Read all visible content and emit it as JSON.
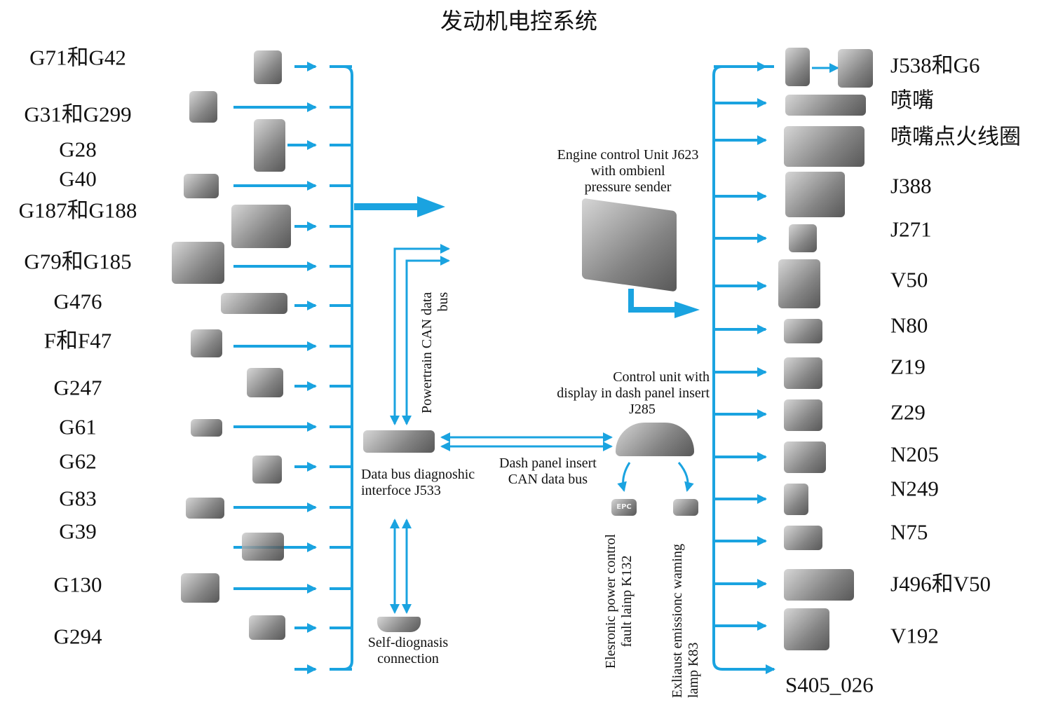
{
  "title": "发动机电控系统",
  "colors": {
    "bus": "#1aa3e0",
    "text": "#111111",
    "component": "#7a7a7a"
  },
  "left_sensors": [
    "G71和G42",
    "G31和G299",
    "G28",
    "G40",
    "G187和G188",
    "G79和G185",
    "G476",
    "F和F47",
    "G247",
    "G61",
    "G62",
    "G83",
    "G39",
    "G130",
    "G294"
  ],
  "right_actuators": [
    "J538和G6",
    "喷嘴",
    "喷嘴点火线圈",
    "J388",
    "J271",
    "V50",
    "N80",
    "Z19",
    "Z29",
    "N205",
    "N249",
    "N75",
    "J496和V50",
    "V192"
  ],
  "figure_id": "S405_026",
  "ecu_label": [
    "Engine control Unit J623",
    "with ombienl",
    "pressure sender"
  ],
  "powertrain_label": [
    "Powertrain CAN data",
    "bus"
  ],
  "gateway_label": [
    "Data bus diagnoshic",
    "interfoce J533"
  ],
  "dash_control_label": [
    "Control unit with",
    "display in dash panel insert",
    "J285"
  ],
  "dash_bus_label": [
    "Dash panel insert",
    "CAN data bus"
  ],
  "self_diag_label": [
    "Self-diognasis",
    "connection"
  ],
  "epc_lamp_label": [
    "Elesronic power control",
    "fault lainp K132"
  ],
  "emission_lamp_label": [
    "Exliaust emissionc waming",
    "lamp K83"
  ],
  "lamp_icons": {
    "epc": "EPC",
    "emission": "engine-warning-icon"
  }
}
